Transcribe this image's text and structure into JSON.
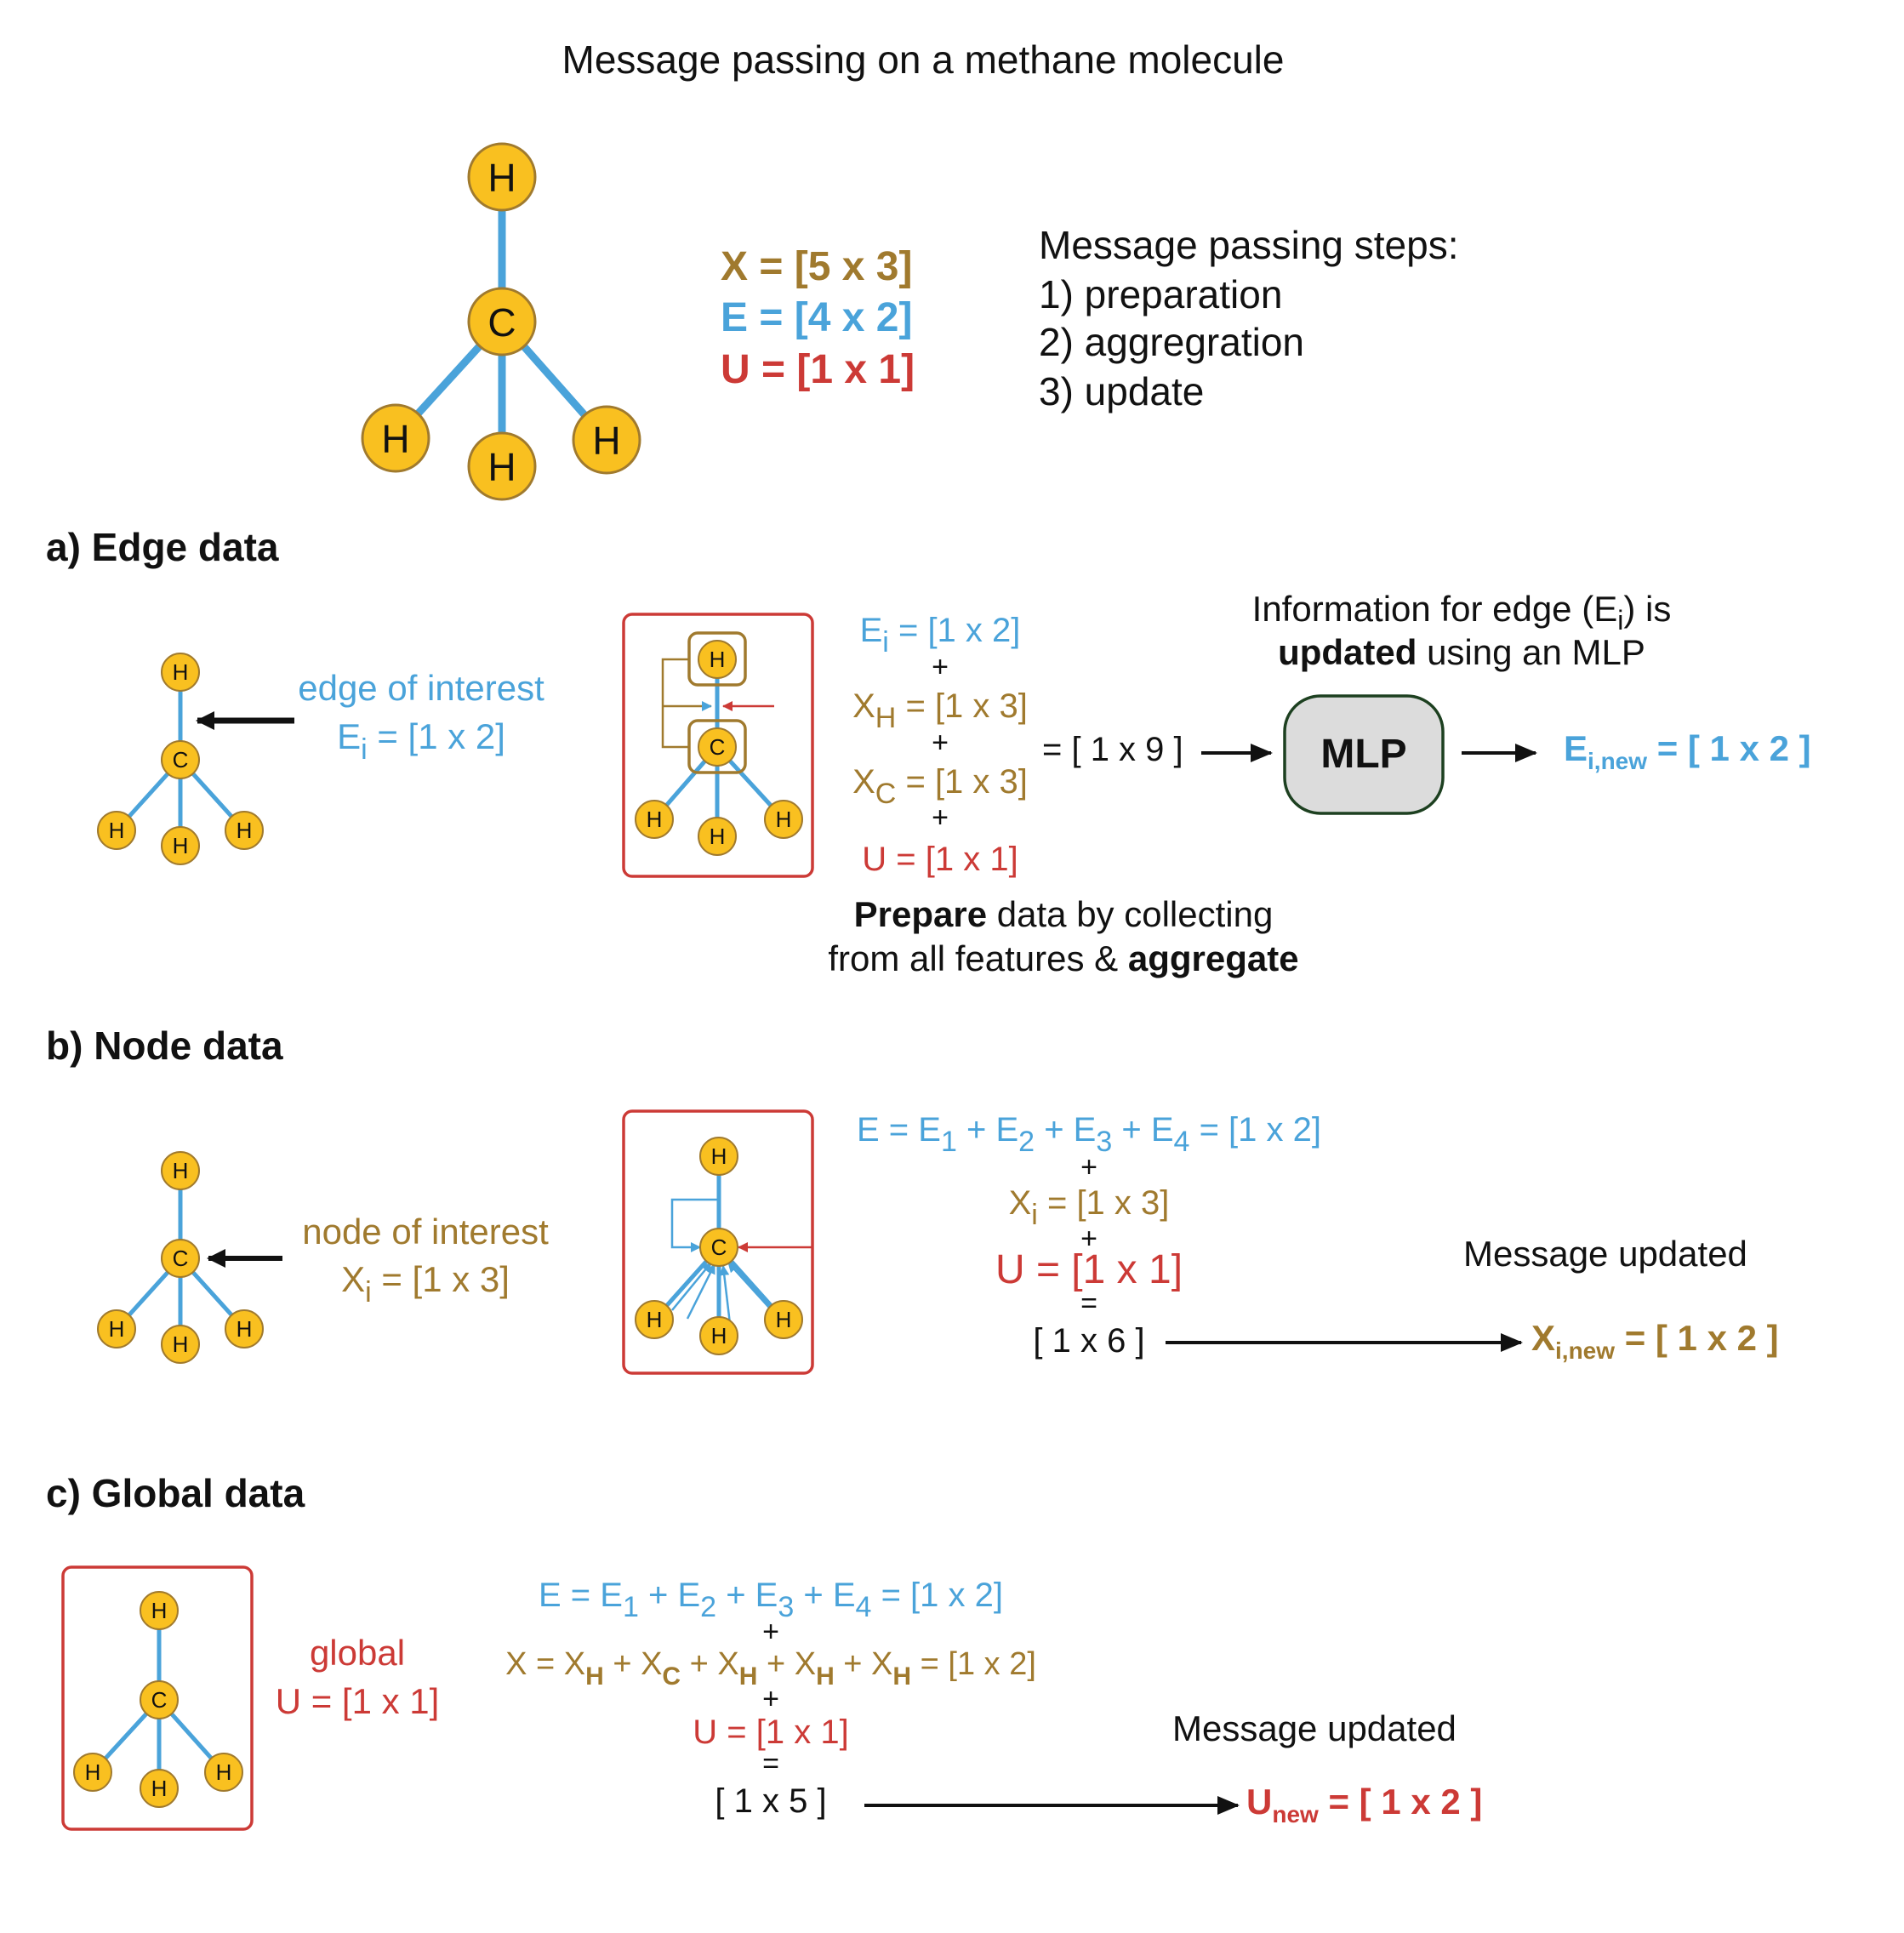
{
  "title": "Message passing on a methane molecule",
  "colors": {
    "node_fill": "#f9c020",
    "node_stroke": "#a07a2e",
    "edge": "#4aa3da",
    "feature_X": "#a07a2e",
    "feature_E": "#4aa3da",
    "feature_U": "#cc3a36",
    "panel_border": "#cc3a36",
    "mlp_fill": "#dcdcdc",
    "mlp_stroke": "#1d4020"
  },
  "atoms": {
    "hydrogen": "H",
    "carbon": "C"
  },
  "top": {
    "x_label": "X = [5 x 3]",
    "e_label": "E = [4 x 2]",
    "u_label": "U = [1 x 1]",
    "steps_heading": "Message passing steps:",
    "step1": "1) preparation",
    "step2": "2) aggregration",
    "step3": "3) update"
  },
  "edge_section": {
    "heading": "a) Edge data",
    "interest_label": "edge of interest",
    "interest_dim_base": "E",
    "interest_dim_sub": "i",
    "interest_dim_rest": " = [1 x 2]",
    "term1_base": "E",
    "term1_sub": "i",
    "term1_rest": " = [1 x 2]",
    "term2_base": "X",
    "term2_sub": "H",
    "term2_rest": " = [1 x 3]",
    "term3_base": "X",
    "term3_sub": "C",
    "term3_rest": " = [1 x 3]",
    "term4": "U = [1 x 1]",
    "plus": "+",
    "result": "= [ 1 x 9 ]",
    "info_line1_a": "Information for edge (E",
    "info_line1_sub": "i",
    "info_line1_b": ") is",
    "info_line2_bold": "updated",
    "info_line2_rest": " using an MLP",
    "mlp_label": "MLP",
    "output_base": "E",
    "output_sub": "i,new",
    "output_rest": " = [ 1 x 2 ]",
    "prepare_bold": "Prepare",
    "prepare_rest": " data by collecting",
    "prepare_line2": "from all features & ",
    "prepare_line2_bold": "aggregate"
  },
  "node_section": {
    "heading": "b) Node data",
    "interest_label": "node of interest",
    "interest_dim_base": "X",
    "interest_dim_sub": "i",
    "interest_dim_rest": " = [1 x 3]",
    "sum_parts": [
      "E = E",
      "1",
      " + E",
      "2",
      " + E",
      "3",
      " + E",
      "4",
      " = [1 x 2]"
    ],
    "term2_base": "X",
    "term2_sub": "i",
    "term2_rest": " = [1 x 3]",
    "term3": "U = [1 x 1]",
    "plus": "+",
    "equals": "=",
    "result": "[ 1 x 6 ]",
    "message": "Message updated",
    "output_base": "X",
    "output_sub": "i,new",
    "output_rest": " = [ 1 x 2 ]"
  },
  "global_section": {
    "heading": "c) Global data",
    "interest_label": "global",
    "interest_dim": "U = [1 x 1]",
    "sum_parts": [
      "E = E",
      "1",
      " + E",
      "2",
      " + E",
      "3",
      " + E",
      "4",
      " = [1 x 2]"
    ],
    "x_parts": [
      "X = X",
      "H",
      " + X",
      "C",
      " + X",
      "H",
      " + X",
      "H",
      " + X",
      "H",
      " = [1 x 2]"
    ],
    "term3": "U = [1 x 1]",
    "plus": "+",
    "equals": "=",
    "result": "[ 1 x 5 ]",
    "message": "Message updated",
    "output_base": "U",
    "output_sub": "new",
    "output_rest": " = [ 1 x 2 ]"
  }
}
